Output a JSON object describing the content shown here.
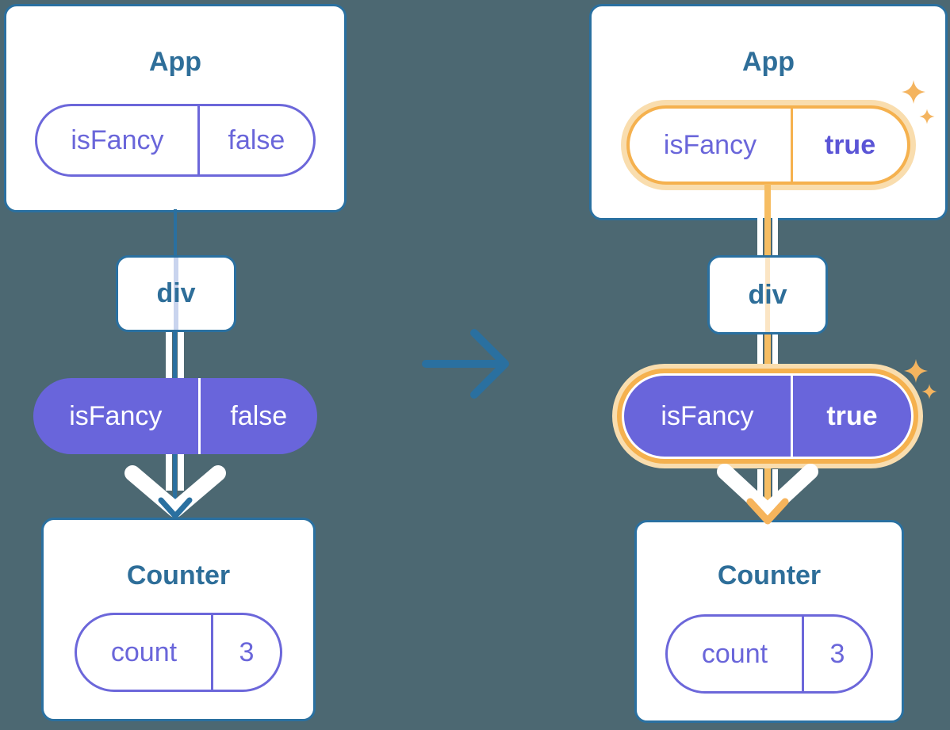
{
  "diagram_title": "Passing isFancy prop down from App through div to Counter (before and after toggle)",
  "left_panel": {
    "app_card": {
      "title": "App",
      "prop_pill": {
        "name": "isFancy",
        "value": "false"
      }
    },
    "div_card": {
      "label": "div"
    },
    "passed_prop_pill": {
      "name": "isFancy",
      "value": "false"
    },
    "counter_card": {
      "title": "Counter",
      "state_pill": {
        "name": "count",
        "value": "3"
      }
    }
  },
  "right_panel": {
    "app_card": {
      "title": "App",
      "prop_pill": {
        "name": "isFancy",
        "value": "true"
      }
    },
    "div_card": {
      "label": "div"
    },
    "passed_prop_pill": {
      "name": "isFancy",
      "value": "true"
    },
    "counter_card": {
      "title": "Counter",
      "state_pill": {
        "name": "count",
        "value": "3"
      }
    }
  },
  "icons": {
    "transition_arrow": "arrow-right-icon",
    "pass_down_arrow": "arrow-down-icon",
    "sparkle": "sparkle-icon"
  },
  "colors": {
    "background": "#4c6872",
    "card_border_blue": "#2a70a0",
    "title_blue": "#2e6e99",
    "indigo_fill": "#6965db",
    "indigo_stroke": "#6c67da",
    "indigo_text": "#6a66da",
    "indigo_bold_text": "#5b55d6",
    "orange": "#f5b14e",
    "orange_pale": "#f9ddae",
    "orange_line": "#f6bd62",
    "sparkle_orange": "#f4b45f",
    "lavender_line": "#c9d4ee",
    "peach_line": "#fbe5c4",
    "white": "#ffffff"
  }
}
